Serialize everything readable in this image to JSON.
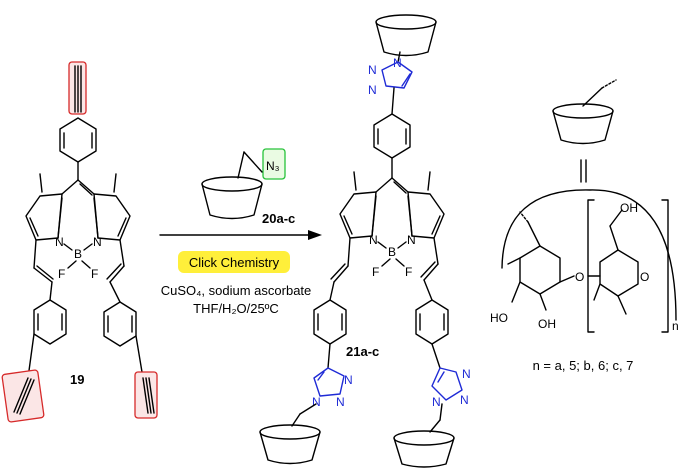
{
  "compounds": {
    "starting": "19",
    "reagent": "20a-c",
    "product": "21a-c"
  },
  "reagent_azide": "N₃",
  "conditions": {
    "highlight": "Click Chemistry",
    "line1": "CuSO₄, sodium ascorbate",
    "line2": "THF/H₂O/25ºC"
  },
  "atoms": {
    "n": "N",
    "b": "B",
    "f": "F",
    "oh": "OH",
    "ho": "HO",
    "o": "O",
    "sub_n": "n"
  },
  "cd_legend": "n = a, 5; b, 6; c, 7",
  "colors": {
    "triazole": "#1f2bd6",
    "alkyne_box": "#d62a2a",
    "azide_box": "#27c23a",
    "highlight": "#ffef3a"
  }
}
